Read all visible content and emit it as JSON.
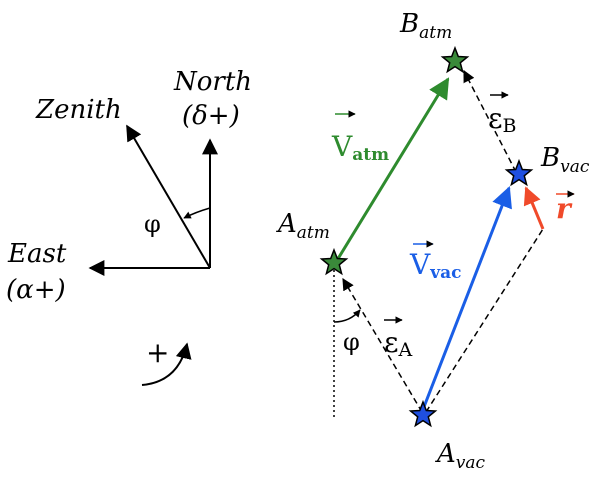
{
  "colors": {
    "green": "#2e8b2e",
    "blue": "#1a5ee6",
    "red": "#f04a2a",
    "black": "#000000",
    "star_green": "#3a8a3a",
    "star_blue": "#1f4fe0"
  },
  "compass": {
    "zenith": "Zenith",
    "north": "North",
    "north_sub": "(δ+)",
    "east": "East",
    "east_sub": "(α+)",
    "phi": "φ",
    "rotation": "+"
  },
  "points": {
    "a_atm": {
      "main": "A",
      "sub": "atm"
    },
    "b_atm": {
      "main": "B",
      "sub": "atm"
    },
    "a_vac": {
      "main": "A",
      "sub": "vac"
    },
    "b_vac": {
      "main": "B",
      "sub": "vac"
    }
  },
  "vectors": {
    "v_atm": {
      "main": "V",
      "sub": "atm"
    },
    "v_vac": {
      "main": "V",
      "sub": "vac"
    },
    "eps_a": {
      "main": "ε",
      "sub": "A"
    },
    "eps_b": {
      "main": "ε",
      "sub": "B"
    },
    "r": "r"
  },
  "angle_label": "φ"
}
